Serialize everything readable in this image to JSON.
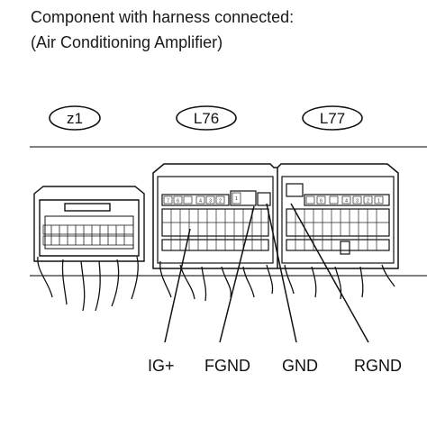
{
  "header": {
    "line1": "Component with harness connected:",
    "line2": "(Air Conditioning Amplifier)"
  },
  "connectors": [
    {
      "id": "z1"
    },
    {
      "id": "L76"
    },
    {
      "id": "L77"
    }
  ],
  "pins": {
    "L76_top": [
      "7",
      "6",
      "",
      "4",
      "3",
      "2",
      "1"
    ],
    "L77_top": [
      "",
      "6",
      "",
      "4",
      "3",
      "2",
      "1"
    ]
  },
  "terminals": [
    {
      "label": "IG+"
    },
    {
      "label": "FGND"
    },
    {
      "label": "GND"
    },
    {
      "label": "RGND"
    }
  ]
}
